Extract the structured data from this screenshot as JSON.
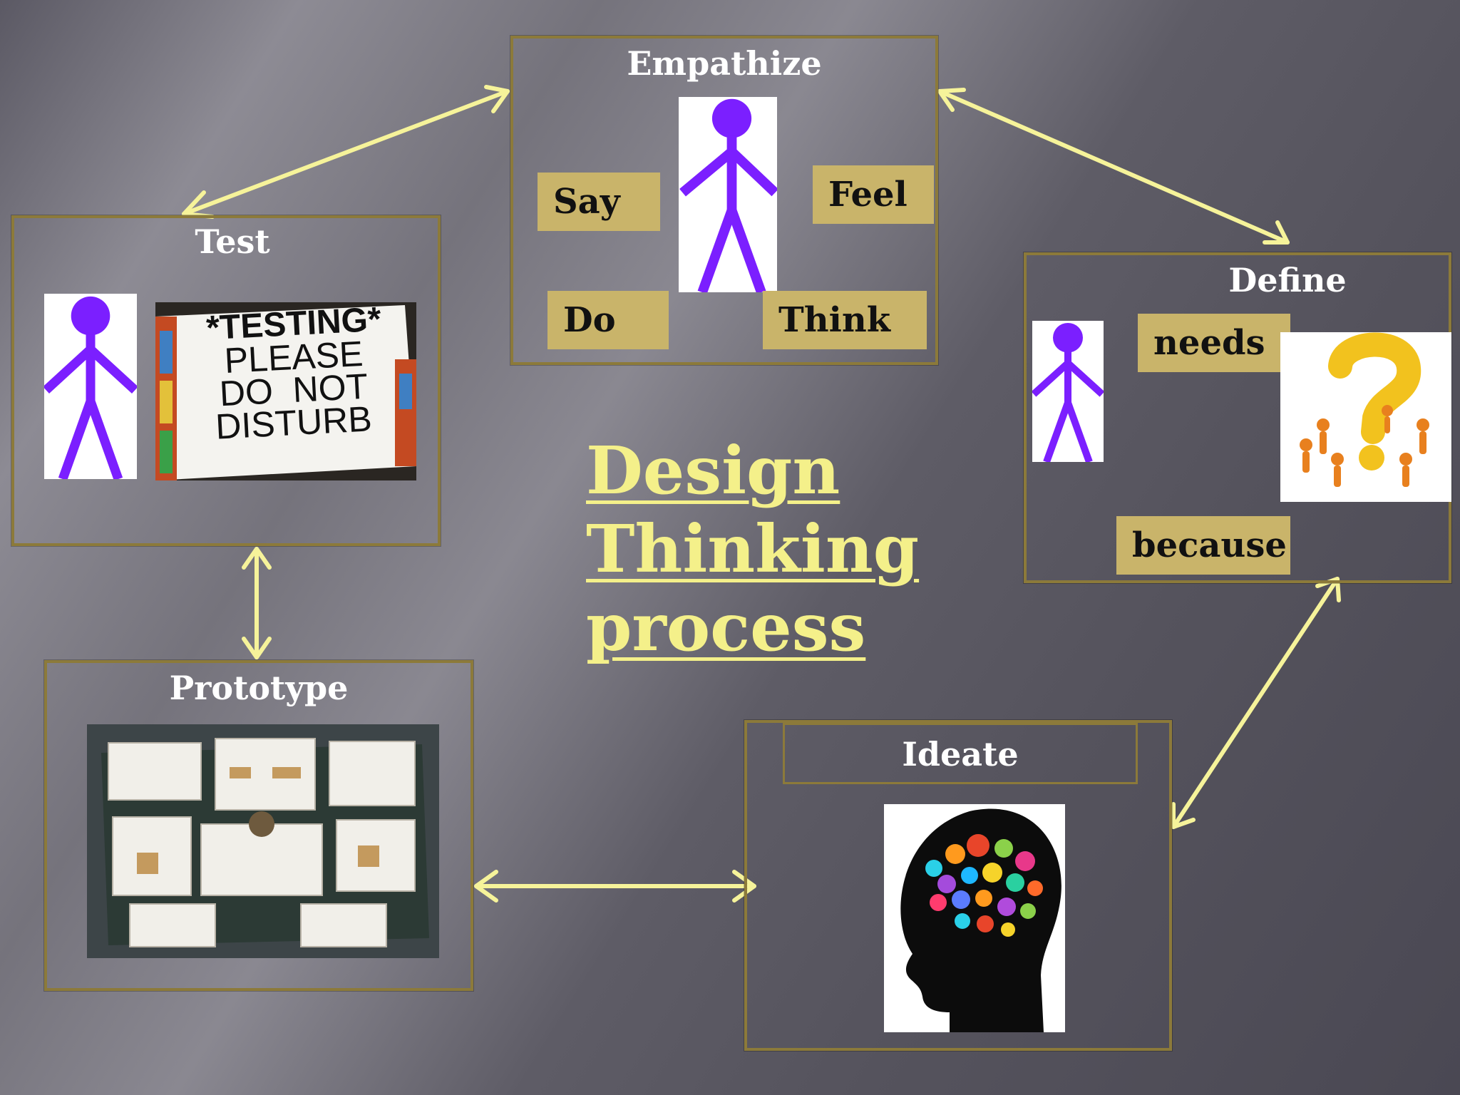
{
  "title": {
    "line1": "Design",
    "line2": "Thinking",
    "line3": "process"
  },
  "stages": {
    "empathize": {
      "label": "Empathize",
      "tags": {
        "say": "Say",
        "feel": "Feel",
        "do": "Do",
        "think": "Think"
      }
    },
    "define": {
      "label": "Define",
      "tags": {
        "needs": "needs",
        "because": "because"
      }
    },
    "ideate": {
      "label": "Ideate"
    },
    "prototype": {
      "label": "Prototype"
    },
    "test": {
      "label": "Test",
      "sign": {
        "line1": "*TESTING*",
        "line2": "PLEASE",
        "line3": "DO  NOT",
        "line4": "DISTURB"
      }
    }
  },
  "colors": {
    "frame": "#8c7a3a",
    "tag": "#c9b46a",
    "arrow": "#f6f39a",
    "title": "#f4f08a",
    "figure": "#7b1fff"
  }
}
